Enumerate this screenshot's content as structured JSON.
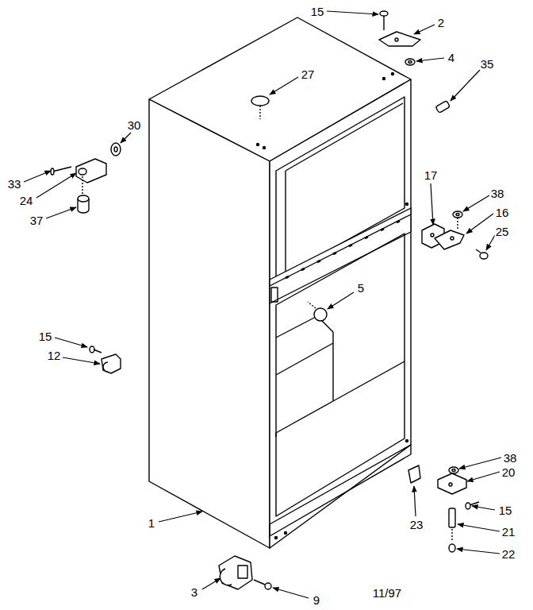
{
  "diagram": {
    "labels": [
      "15",
      "2",
      "4",
      "35",
      "27",
      "30",
      "33",
      "24",
      "37",
      "17",
      "38",
      "16",
      "25",
      "5",
      "15",
      "12",
      "1",
      "38",
      "20",
      "23",
      "15",
      "21",
      "22",
      "3",
      "9",
      "11/97"
    ]
  }
}
